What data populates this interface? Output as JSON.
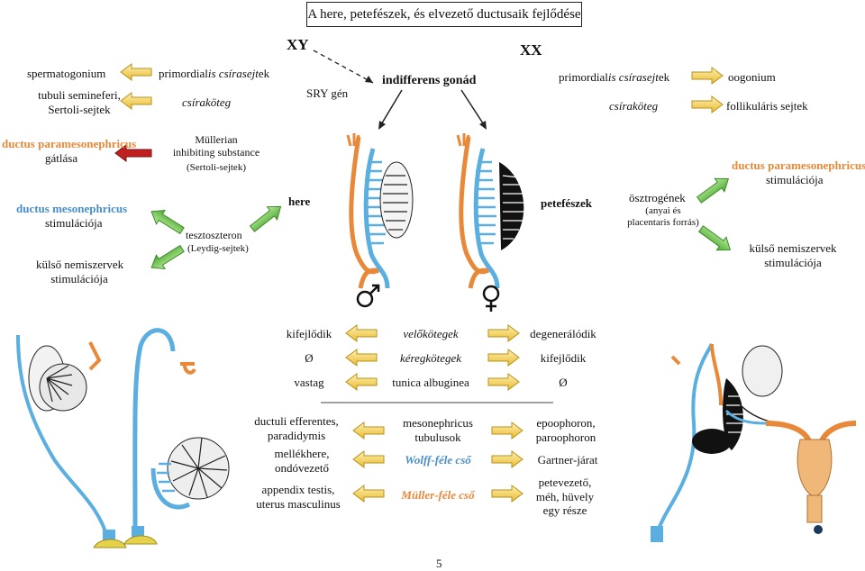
{
  "title": "A here, petefészek, és elvezető ductusaik fejlődése",
  "karyotype": {
    "xy": "XY",
    "xx": "XX"
  },
  "top": {
    "sry": "SRY gén",
    "indifferent": "indifferens gonád",
    "male_germ": {
      "prefix": "primordial",
      "italic": "is csírasejt",
      "suffix": "ek"
    },
    "male_germ_target": "spermatogonium",
    "male_cord": "csíraköteg",
    "male_cord_target": [
      "tubuli semineferi,",
      "Sertoli-sejtek"
    ],
    "female_germ": {
      "prefix": "primordial",
      "italic": "is csírasejt",
      "suffix": "ek"
    },
    "female_germ_target": "oogonium",
    "female_cord": "csíraköteg",
    "female_cord_target": "follikuláris sejtek"
  },
  "male_side": {
    "paramesonephric": "ductus paramesonephricus",
    "paramesonephric_effect": "gátlása",
    "mis": [
      "Müllerian",
      "inhibiting substance"
    ],
    "mis_source": "(Sertoli-sejtek)",
    "mesonephric": "ductus mesonephricus",
    "mesonephric_effect": "stimulációja",
    "external": [
      "külső nemiszervek",
      "stimulációja"
    ],
    "testosterone": "tesztoszteron",
    "testosterone_source": "(Leydig-sejtek)",
    "gonad_label": "here",
    "symbol": "♂"
  },
  "female_side": {
    "gonad_label": "petefészek",
    "estrogen": "ösztrogének",
    "estrogen_source": [
      "(anyai és",
      "placentaris forrás)"
    ],
    "paramesonephric": "ductus paramesonephricus",
    "paramesonephric_effect": "stimulációja",
    "external": [
      "külső nemiszervek",
      "stimulációja"
    ],
    "symbol": "♀"
  },
  "comparison": {
    "rows": [
      {
        "male": "kifejlődik",
        "mid": "velőkötegek",
        "female": "degenerálódik"
      },
      {
        "male": "Ø",
        "mid": "kéregkötegek",
        "female": "kifejlődik"
      },
      {
        "male": "vastag",
        "mid": "tunica albuginea",
        "female": "Ø"
      }
    ],
    "ducts": [
      {
        "male": [
          "ductuli efferentes,",
          "paradidymis"
        ],
        "mid": [
          "mesonephricus",
          "tubulusok"
        ],
        "female": [
          "epoophoron,",
          "paroophoron"
        ]
      },
      {
        "male": [
          "mellékhere,",
          "ondóvezető"
        ],
        "mid": "Wolff-féle cső",
        "female": "Gartner-járat"
      },
      {
        "male": [
          "appendix testis,",
          "uterus masculinus"
        ],
        "mid": "Müller-féle cső",
        "female": [
          "petevezető,",
          "méh, hüvely",
          "egy része"
        ]
      }
    ]
  },
  "page_number": "5",
  "colors": {
    "arrow_yellow": "#f4cf55",
    "arrow_green": "#7cc957",
    "arrow_red": "#c02020",
    "wolff_blue": "#5aaee0",
    "muller_orange": "#e8893a"
  }
}
